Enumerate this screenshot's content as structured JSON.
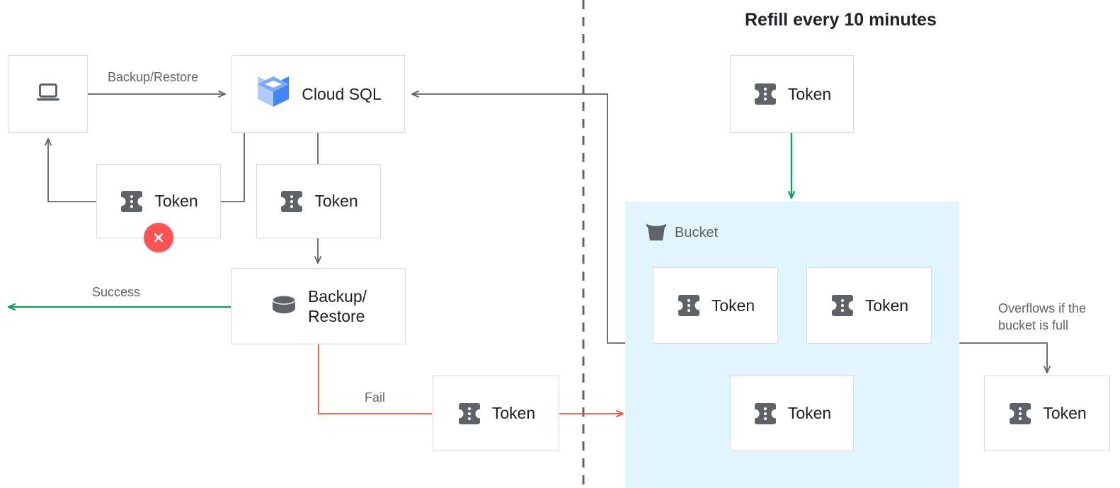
{
  "title": "Refill every 10 minutes",
  "colors": {
    "box_border": "#dadce0",
    "bucket_fill": "#e1f5fe",
    "arrow_gray": "#5f6368",
    "arrow_green": "#0f9d58",
    "arrow_red": "#f4523b",
    "error_red": "#ff5252",
    "text_dark": "#202124",
    "text_gray": "#5f6368",
    "icon_gray": "#5f6368",
    "cloudsql_blue_dark": "#4285f4",
    "cloudsql_blue_mid": "#7baaf7",
    "cloudsql_blue_light": "#aecbfa"
  },
  "nodes": {
    "client": {
      "label": "",
      "icon": "laptop-icon"
    },
    "cloud_sql": {
      "label": "Cloud SQL",
      "icon": "cloud-sql-icon"
    },
    "token_client": {
      "label": "Token",
      "icon": "token-icon"
    },
    "token_cloudsql": {
      "label": "Token",
      "icon": "token-icon"
    },
    "backup_restore": {
      "label": "Backup/\nRestore",
      "icon": "database-icon"
    },
    "token_fail": {
      "label": "Token",
      "icon": "token-icon"
    },
    "token_refill": {
      "label": "Token",
      "icon": "token-icon"
    },
    "token_bucket_1": {
      "label": "Token",
      "icon": "token-icon"
    },
    "token_bucket_2": {
      "label": "Token",
      "icon": "token-icon"
    },
    "token_bucket_3": {
      "label": "Token",
      "icon": "token-icon"
    },
    "token_overflow": {
      "label": "Token",
      "icon": "token-icon"
    }
  },
  "bucket": {
    "label": "Bucket",
    "icon": "bucket-icon"
  },
  "edge_labels": {
    "backup_restore": "Backup/Restore",
    "success": "Success",
    "fail": "Fail",
    "overflow": "Overflows if the\nbucket is full"
  }
}
